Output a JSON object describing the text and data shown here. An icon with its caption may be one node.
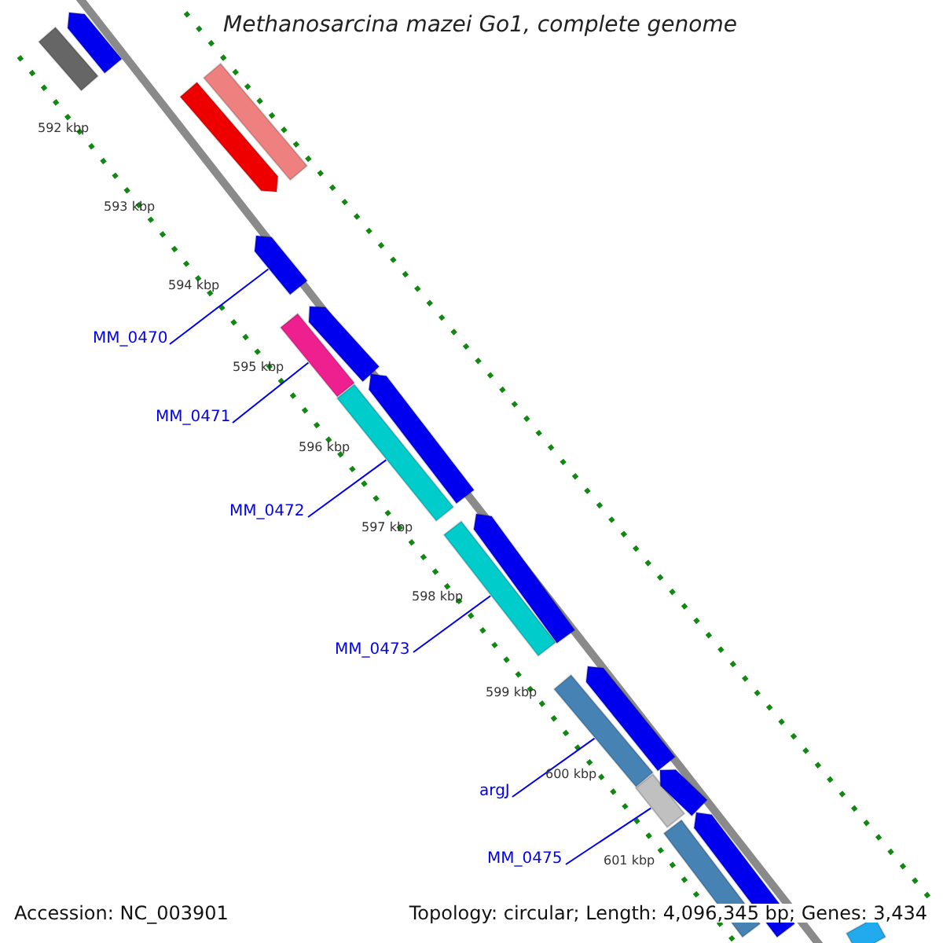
{
  "diagram": {
    "title": "Methanosarcina mazei Go1, complete genome",
    "nodes": [
      {
        "text": [
          "MM_0470"
        ]
      },
      {
        "text": [],
        "shape": "bar"
      },
      {
        "text": [
          "MM_0471"
        ]
      },
      {
        "text": [],
        "shape": "bar"
      },
      {
        "text": [
          "MM_0472"
        ]
      },
      {
        "text": [],
        "shape": "bar"
      },
      {
        "text": [
          "MM_0473"
        ]
      },
      {
        "text": [],
        "shape": "bar"
      },
      {
        "text": [
          "argJ"
        ]
      },
      {
        "text": [],
        "shape": "bar"
      },
      {
        "text": [
          "MM_0475"
        ]
      },
      {
        "text": [],
        "shape": "bar"
      },
      {
        "text": [],
        "shape": "bar"
      },
      {
        "text": [],
        "shape": "bar"
      },
      {
        "text": [],
        "shape": "bar"
      },
      {
        "text": [],
        "shape": "bar"
      },
      {
        "text": [],
        "shape": "bar"
      },
      {
        "text": [],
        "shape": "bar"
      },
      {
        "text": [],
        "shape": "bar"
      },
      {
        "text": [],
        "shape": "bar"
      },
      {
        "text": [],
        "shape": "bar"
      },
      {
        "text": [],
        "shape": "bar"
      },
      {
        "text": [],
        "shape": "bar"
      },
      {
        "text": [],
        "shape": "bar"
      }
    ],
    "edges": [
      {
        "from": 0,
        "to": 1,
        "arrow": "none"
      },
      {
        "from": 2,
        "to": 3,
        "arrow": "none"
      },
      {
        "from": 4,
        "to": 5,
        "arrow": "none"
      },
      {
        "from": 6,
        "to": 7,
        "arrow": "none"
      },
      {
        "from": 8,
        "to": 9,
        "arrow": "none"
      },
      {
        "from": 10,
        "to": 11,
        "arrow": "none"
      }
    ],
    "labels": [
      "592 kbp",
      "593 kbp",
      "594 kbp",
      "595 kbp",
      "596 kbp",
      "597 kbp",
      "598 kbp",
      "599 kbp",
      "600 kbp",
      "601 kbp",
      "Accession: NC_003901",
      "Topology: circular; Length: 4,096,345 bp; Genes: 3,434"
    ]
  }
}
